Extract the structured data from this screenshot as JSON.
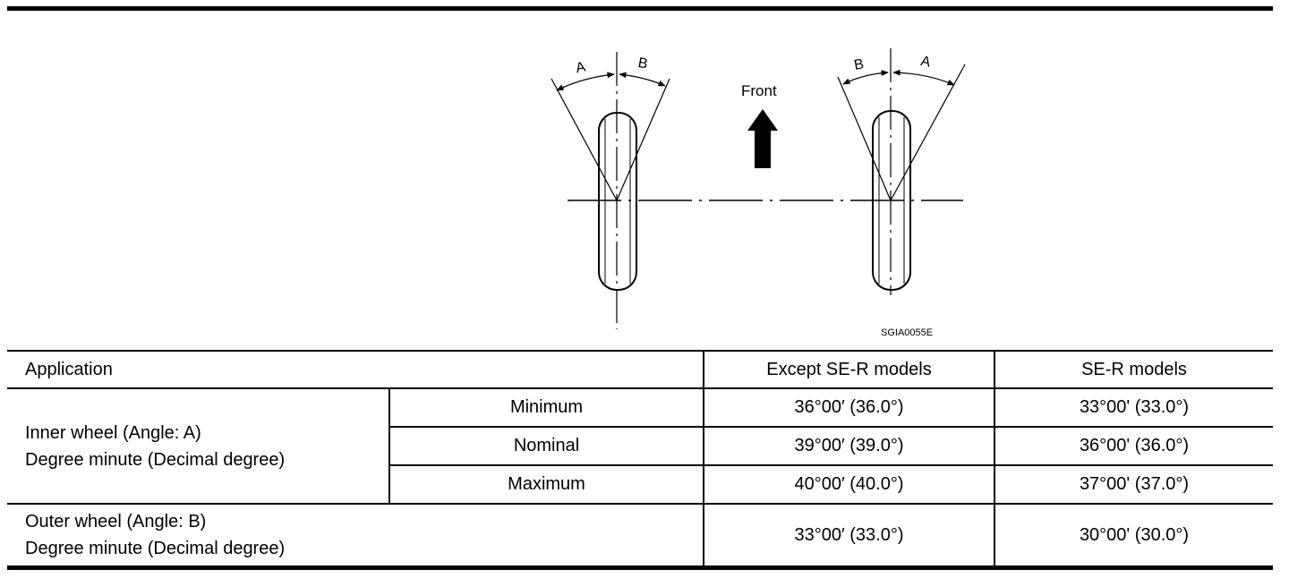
{
  "diagram": {
    "left_wheel_labels": {
      "a": "A",
      "b": "B"
    },
    "right_wheel_labels": {
      "a": "A",
      "b": "B"
    },
    "front_label": "Front",
    "figure_code": "SGIA0055E"
  },
  "table": {
    "header": {
      "application": "Application",
      "except_se_r": "Except SE-R models",
      "se_r": "SE-R models"
    },
    "inner": {
      "label_line1": "Inner wheel (Angle: A)",
      "label_line2": "Degree minute (Decimal degree)",
      "rows": [
        {
          "name": "Minimum",
          "except": "36°00′ (36.0°)",
          "ser": "33°00' (33.0°)"
        },
        {
          "name": "Nominal",
          "except": "39°00′ (39.0°)",
          "ser": "36°00' (36.0°)"
        },
        {
          "name": "Maximum",
          "except": "40°00′ (40.0°)",
          "ser": "37°00' (37.0°)"
        }
      ]
    },
    "outer": {
      "label_line1": "Outer wheel (Angle: B)",
      "label_line2": "Degree minute (Decimal degree)",
      "except": "33°00′ (33.0°)",
      "ser": "30°00' (30.0°)"
    }
  }
}
